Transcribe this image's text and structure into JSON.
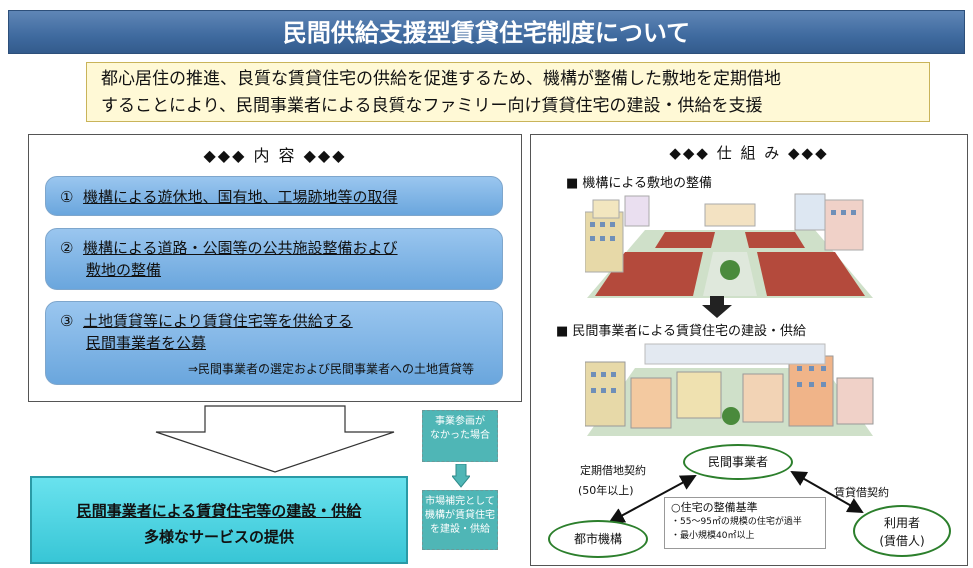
{
  "title": "民間供給支援型賃貸住宅制度について",
  "summary": {
    "line1": "都心居住の推進、良質な賃貸住宅の供給を促進するため、機構が整備した敷地を定期借地",
    "line2": "することにより、民間事業者による良質なファミリー向け賃貸住宅の建設・供給を支援"
  },
  "contents": {
    "heading": "◆◆◆ 内 容 ◆◆◆",
    "items": [
      {
        "num": "①",
        "text": "機構による遊休地、国有地、工場跡地等の取得"
      },
      {
        "num": "②",
        "line1": "機構による道路・公園等の公共施設整備および",
        "line2": "敷地の整備"
      },
      {
        "num": "③",
        "line1": "土地賃貸等により賃貸住宅等を供給する",
        "line2": "民間事業者を公募",
        "sub": "⇒民間事業者の選定および民間事業者への土地賃貸等"
      }
    ],
    "result": {
      "line1": "民間事業者による賃貸住宅等の建設・供給",
      "line2": "多様なサービスの提供"
    },
    "note_no_entry": {
      "line1": "事業参画が",
      "line2": "なかった場合"
    },
    "note_supplement": {
      "line1": "市場補完として",
      "line2": "機構が賃貸住宅",
      "line3": "を建設・供給"
    }
  },
  "mechanism": {
    "heading": "◆◆◆ 仕 組 み ◆◆◆",
    "step1": "■ 機構による敷地の整備",
    "step2": "■ 民間事業者による賃貸住宅の建設・供給",
    "developer": "民間事業者",
    "ur": "都市機構",
    "user": {
      "line1": "利用者",
      "line2": "(賃借人)"
    },
    "lease_label": "定期借地契約",
    "lease_term": "(50年以上)",
    "rental_label": "賃貸借契約",
    "standards": {
      "title": "○住宅の整備基準",
      "line1": "・55～95㎡の規模の住宅が過半",
      "line2": "・最小規模40㎡以上"
    }
  },
  "colors": {
    "banner": "#3f6a9f",
    "summary_bg": "#fff9d6",
    "item_bg": "#7fb4e6",
    "result_bg": "#4fd0de",
    "note_bg": "#4fb6b6",
    "ellipse_border": "#2c7f2c"
  }
}
